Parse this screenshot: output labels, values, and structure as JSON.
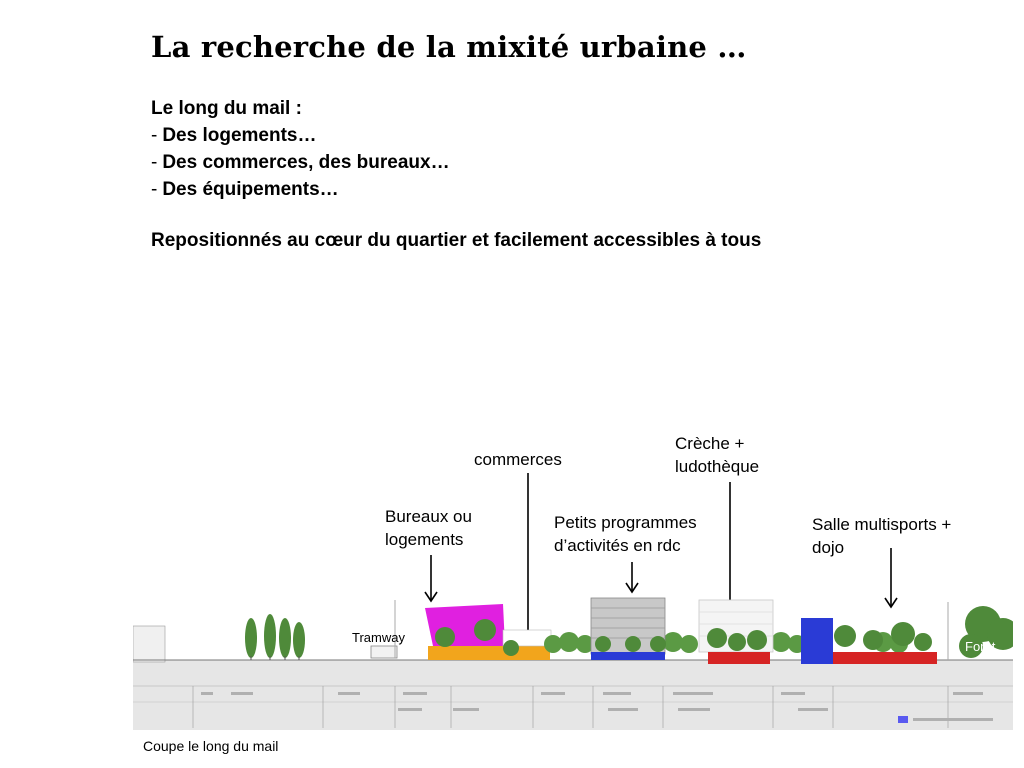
{
  "slide": {
    "title": "La recherche de la mixité urbaine …",
    "intro": "Le long du mail :",
    "items": [
      "Des logements…",
      "Des commerces, des bureaux…",
      "Des équipements…"
    ],
    "bullet": "-",
    "claim": "Repositionnés au cœur du quartier et facilement accessibles à tous",
    "caption": "Coupe le long du mail"
  },
  "diagram": {
    "labels": {
      "commerces": "commerces",
      "creche_line1": "Crèche +",
      "creche_line2": "ludothèque",
      "bureaux_line1": "Bureaux ou",
      "bureaux_line2": "logements",
      "petits_line1": "Petits programmes",
      "petits_line2": "d’activités en rdc",
      "salle_line1": "Salle multisports +",
      "salle_line2": "dojo",
      "tramway": "Tramway",
      "foret": "Forêt"
    },
    "colors": {
      "magenta": "#e020e0",
      "orange": "#f2a51c",
      "blue": "#2a3bd6",
      "red": "#d62424",
      "tree": "#4f8a3a",
      "ground": "#dcdcdc",
      "highlight_blue": "#5a5af0"
    }
  }
}
